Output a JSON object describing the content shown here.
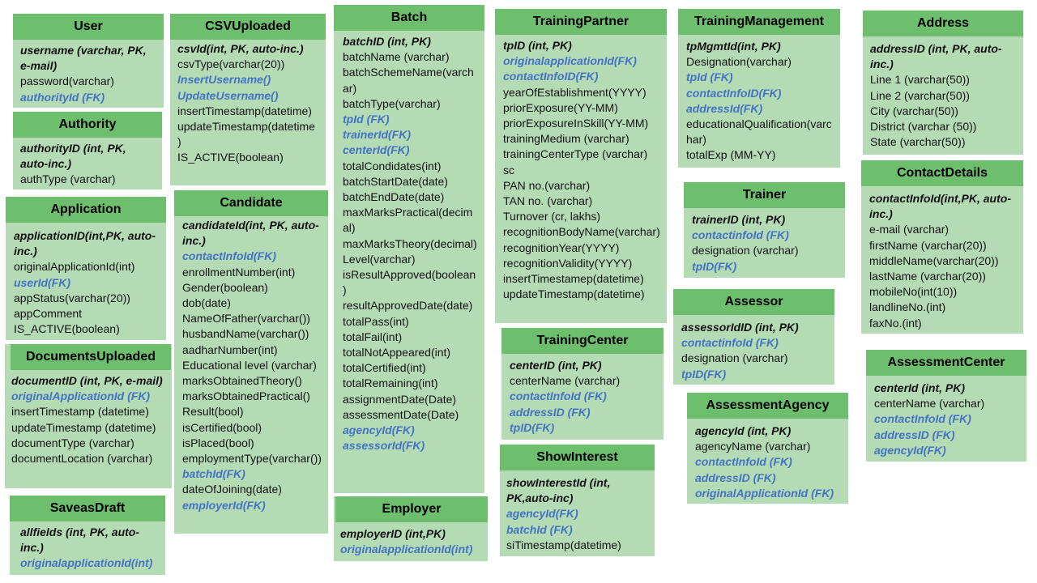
{
  "colors": {
    "header": "#6dbf6d",
    "body": "#b5dbb5",
    "fk": "#4472c4",
    "text": "#111111"
  },
  "tables": {
    "user": {
      "title": "User",
      "fields": [
        {
          "t": "username (varchar, PK, e-mail)",
          "k": "pk"
        },
        {
          "t": "password(varchar)",
          "k": "n"
        },
        {
          "t": "authorityId (FK)",
          "k": "fk"
        }
      ]
    },
    "authority": {
      "title": "Authority",
      "fields": [
        {
          "t": "authorityID (int, PK, auto-inc.)",
          "k": "pk"
        },
        {
          "t": "authType (varchar)",
          "k": "n"
        }
      ]
    },
    "application": {
      "title": "Application",
      "fields": [
        {
          "t": "applicationID(int,PK, auto-inc.)",
          "k": "pk"
        },
        {
          "t": "originalApplicationId(int)",
          "k": "n"
        },
        {
          "t": "userId(FK)",
          "k": "fk"
        },
        {
          "t": "appStatus(varchar(20))",
          "k": "n"
        },
        {
          "t": "appComment",
          "k": "n"
        },
        {
          "t": "IS_ACTIVE(boolean)",
          "k": "n"
        }
      ]
    },
    "documents": {
      "title": "DocumentsUploaded",
      "fields": [
        {
          "t": "documentID (int, PK, e-mail)",
          "k": "pk"
        },
        {
          "t": "originalApplicationId (FK)",
          "k": "fk"
        },
        {
          "t": "insertTimestamp (datetime)",
          "k": "n"
        },
        {
          "t": "updateTimestamp (datetime)",
          "k": "n"
        },
        {
          "t": "documentType (varchar)",
          "k": "n"
        },
        {
          "t": "documentLocation (varchar)",
          "k": "n"
        }
      ]
    },
    "draft": {
      "title": "SaveasDraft",
      "fields": [
        {
          "t": "allfields (int, PK, auto-inc.)",
          "k": "pk"
        },
        {
          "t": "originalapplicationId(int)",
          "k": "fk"
        }
      ]
    },
    "csv": {
      "title": "CSVUploaded",
      "fields": [
        {
          "t": "csvId(int, PK, auto-inc.)",
          "k": "pk"
        },
        {
          "t": "csvType(varchar(20))",
          "k": "n"
        },
        {
          "t": "InsertUsername()",
          "k": "fk"
        },
        {
          "t": "UpdateUsername()",
          "k": "fk"
        },
        {
          "t": "insertTimestamp(datetime)",
          "k": "n"
        },
        {
          "t": "updateTimestamp(datetime)",
          "k": "n"
        },
        {
          "t": "IS_ACTIVE(boolean)",
          "k": "n"
        }
      ]
    },
    "candidate": {
      "title": "Candidate",
      "fields": [
        {
          "t": "candidateId(int, PK, auto-inc.)",
          "k": "pk"
        },
        {
          "t": "contactInfoId(FK)",
          "k": "fk"
        },
        {
          "t": "enrollmentNumber(int)",
          "k": "n"
        },
        {
          "t": "Gender(boolean)",
          "k": "n"
        },
        {
          "t": "dob(date)",
          "k": "n"
        },
        {
          "t": "NameOfFather(varchar())",
          "k": "n"
        },
        {
          "t": "husbandName(varchar())",
          "k": "n"
        },
        {
          "t": "aadharNumber(int)",
          "k": "n"
        },
        {
          "t": "Educational level (varchar)",
          "k": "n"
        },
        {
          "t": "marksObtainedTheory()",
          "k": "n"
        },
        {
          "t": "marksObtainedPractical()",
          "k": "n"
        },
        {
          "t": "Result(bool)",
          "k": "n"
        },
        {
          "t": "isCertified(bool)",
          "k": "n"
        },
        {
          "t": "isPlaced(bool)",
          "k": "n"
        },
        {
          "t": "employmentType(varchar())",
          "k": "n"
        },
        {
          "t": "batchId(FK)",
          "k": "fk"
        },
        {
          "t": "dateOfJoining(date)",
          "k": "n"
        },
        {
          "t": "employerId(FK)",
          "k": "fk"
        }
      ]
    },
    "batch": {
      "title": "Batch",
      "fields": [
        {
          "t": "batchID (int, PK)",
          "k": "pk"
        },
        {
          "t": "batchName (varchar)",
          "k": "n"
        },
        {
          "t": "batchSchemeName(varchar)",
          "k": "n"
        },
        {
          "t": "batchType(varchar)",
          "k": "n"
        },
        {
          "t": "tpId (FK)",
          "k": "fk"
        },
        {
          "t": "trainerId(FK)",
          "k": "fk"
        },
        {
          "t": "centerId(FK)",
          "k": "fk"
        },
        {
          "t": "totalCondidates(int)",
          "k": "n"
        },
        {
          "t": "batchStartDate(date)",
          "k": "n"
        },
        {
          "t": "batchEndDate(date)",
          "k": "n"
        },
        {
          "t": "maxMarksPractical(decimal)",
          "k": "n"
        },
        {
          "t": "maxMarksTheory(decimal)",
          "k": "n"
        },
        {
          "t": "Level(varchar)",
          "k": "n"
        },
        {
          "t": "isResultApproved(boolean)",
          "k": "n"
        },
        {
          "t": "resultApprovedDate(date)",
          "k": "n"
        },
        {
          "t": "totalPass(int)",
          "k": "n"
        },
        {
          "t": "totalFail(int)",
          "k": "n"
        },
        {
          "t": "totalNotAppeared(int)",
          "k": "n"
        },
        {
          "t": "totalCertified(int)",
          "k": "n"
        },
        {
          "t": "totalRemaining(int)",
          "k": "n"
        },
        {
          "t": "assignmentDate(Date)",
          "k": "n"
        },
        {
          "t": "assessmentDate(Date)",
          "k": "n"
        },
        {
          "t": "agencyId(FK)",
          "k": "fk"
        },
        {
          "t": "assessorId(FK)",
          "k": "fk"
        }
      ]
    },
    "employer": {
      "title": "Employer",
      "fields": [
        {
          "t": "employerID (int,PK)",
          "k": "pk"
        },
        {
          "t": "originalapplicationId(int)",
          "k": "fk"
        }
      ]
    },
    "tp": {
      "title": "TrainingPartner",
      "fields": [
        {
          "t": "tpID (int, PK)",
          "k": "pk"
        },
        {
          "t": "originalapplicationId(FK)",
          "k": "fk"
        },
        {
          "t": "contactInfoID(FK)",
          "k": "fk"
        },
        {
          "t": "yearOfEstablishment(YYYY)",
          "k": "n"
        },
        {
          "t": "priorExposure(YY-MM)",
          "k": "n"
        },
        {
          "t": "priorExposureInSkill(YY-MM)",
          "k": "n"
        },
        {
          "t": "trainingMedium (varchar)",
          "k": "n"
        },
        {
          "t": "trainingCenterType (varchar)",
          "k": "n"
        },
        {
          "t": "sc",
          "k": "n"
        },
        {
          "t": "PAN no.(varchar)",
          "k": "n"
        },
        {
          "t": "TAN no. (varchar)",
          "k": "n"
        },
        {
          "t": "Turnover (cr, lakhs)",
          "k": "n"
        },
        {
          "t": "recognitionBodyName(varchar)",
          "k": "n"
        },
        {
          "t": "recognitionYear(YYYY)",
          "k": "n"
        },
        {
          "t": "recognitionValidity(YYYY)",
          "k": "n"
        },
        {
          "t": "insertTimestamep(datetime)",
          "k": "n"
        },
        {
          "t": "updateTimestamp(datetime)",
          "k": "n"
        }
      ]
    },
    "tc": {
      "title": "TrainingCenter",
      "fields": [
        {
          "t": "centerID (int, PK)",
          "k": "pk"
        },
        {
          "t": "centerName (varchar)",
          "k": "n"
        },
        {
          "t": "contactInfoId (FK)",
          "k": "fk"
        },
        {
          "t": "addressID (FK)",
          "k": "fk"
        },
        {
          "t": "tpID(FK)",
          "k": "fk"
        }
      ]
    },
    "si": {
      "title": "ShowInterest",
      "fields": [
        {
          "t": "showInterestId (int, PK,auto-inc)",
          "k": "pk"
        },
        {
          "t": " agencyId(FK)",
          "k": "fk"
        },
        {
          "t": "batchId (FK)",
          "k": "fk"
        },
        {
          "t": "siTimestamp(datetime)",
          "k": "n"
        }
      ]
    },
    "tm": {
      "title": "TrainingManagement",
      "fields": [
        {
          "t": "tpMgmtId(int, PK)",
          "k": "pk"
        },
        {
          "t": "Designation(varchar)",
          "k": "n"
        },
        {
          "t": "tpId (FK)",
          "k": "fk"
        },
        {
          "t": "contactInfoID(FK)",
          "k": "fk"
        },
        {
          "t": "addressId(FK)",
          "k": "fk"
        },
        {
          "t": "educationalQualification(varchar)",
          "k": "n"
        },
        {
          "t": "totalExp (MM-YY)",
          "k": "n"
        }
      ]
    },
    "trainer": {
      "title": "Trainer",
      "fields": [
        {
          "t": "trainerID (int, PK)",
          "k": "pk"
        },
        {
          "t": "contactinfoId (FK)",
          "k": "fk"
        },
        {
          "t": "designation (varchar)",
          "k": "n"
        },
        {
          "t": "tpID(FK)",
          "k": "fk"
        }
      ]
    },
    "assessor": {
      "title": "Assessor",
      "fields": [
        {
          "t": "assessorIdID (int, PK)",
          "k": "pk"
        },
        {
          "t": "contactinfoId (FK)",
          "k": "fk"
        },
        {
          "t": "designation (varchar)",
          "k": "n"
        },
        {
          "t": "tpID(FK)",
          "k": "fk"
        }
      ]
    },
    "agency": {
      "title": "AssessmentAgency",
      "fields": [
        {
          "t": "agencyId (int, PK)",
          "k": "pk"
        },
        {
          "t": "agencyName (varchar)",
          "k": "n"
        },
        {
          "t": "contactInfoId (FK)",
          "k": "fk"
        },
        {
          "t": "addressID (FK)",
          "k": "fk"
        },
        {
          "t": "originalApplicationId (FK)",
          "k": "fk"
        }
      ]
    },
    "address": {
      "title": "Address",
      "fields": [
        {
          "t": "addressID (int, PK, auto-inc.)",
          "k": "pk"
        },
        {
          "t": "Line 1 (varchar(50))",
          "k": "n"
        },
        {
          "t": "Line 2 (varchar(50))",
          "k": "n"
        },
        {
          "t": "City (varchar(50))",
          "k": "n"
        },
        {
          "t": "District (varchar (50))",
          "k": "n"
        },
        {
          "t": "State (varchar(50))",
          "k": "n"
        }
      ]
    },
    "contact": {
      "title": "ContactDetails",
      "fields": [
        {
          "t": "contactInfoId(int,PK, auto-inc.)",
          "k": "pk"
        },
        {
          "t": "e-mail (varchar)",
          "k": "n"
        },
        {
          "t": "firstName (varchar(20))",
          "k": "n"
        },
        {
          "t": "middleName(varchar(20))",
          "k": "n"
        },
        {
          "t": "lastName (varchar(20))",
          "k": "n"
        },
        {
          "t": "mobileNo(int(10))",
          "k": "n"
        },
        {
          "t": "landlineNo.(int)",
          "k": "n"
        },
        {
          "t": "faxNo.(int)",
          "k": "n"
        }
      ]
    },
    "ac": {
      "title": "AssessmentCenter",
      "fields": [
        {
          "t": "centerId (int, PK)",
          "k": "pk"
        },
        {
          "t": "centerName (varchar)",
          "k": "n"
        },
        {
          "t": "contactInfoId (FK)",
          "k": "fk"
        },
        {
          "t": "addressID (FK)",
          "k": "fk"
        },
        {
          "t": "agencyId(FK)",
          "k": "fk"
        }
      ]
    }
  }
}
